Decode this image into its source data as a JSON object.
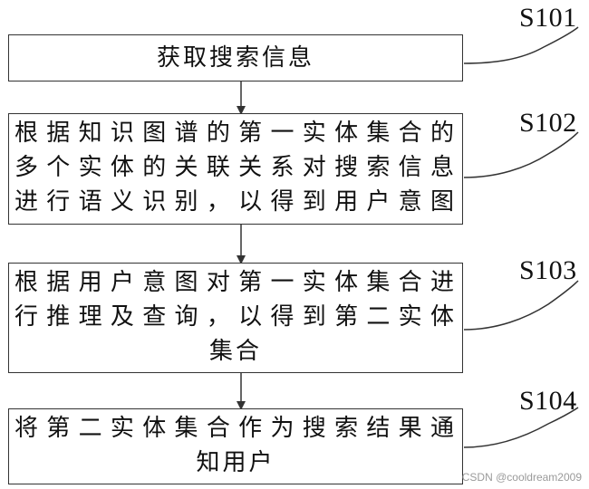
{
  "steps": [
    {
      "id": "S101",
      "label": "S101",
      "lines": [
        "获取搜索信息"
      ]
    },
    {
      "id": "S102",
      "label": "S102",
      "lines": [
        "根据知识图谱的第一实体集合的",
        "多个实体的关联关系对搜索信息",
        "进行语义识别，以得到用户意图"
      ]
    },
    {
      "id": "S103",
      "label": "S103",
      "lines": [
        "根据用户意图对第一实体集合进",
        "行推理及查询，以得到第二实体",
        "集合"
      ]
    },
    {
      "id": "S104",
      "label": "S104",
      "lines": [
        "将第二实体集合作为搜索结果通",
        "知用户"
      ]
    }
  ],
  "watermark": "CSDN @cooldream2009"
}
